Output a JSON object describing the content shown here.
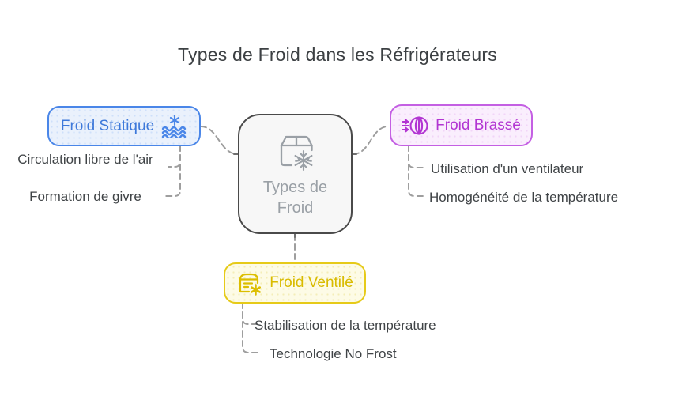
{
  "title": "Types de Froid dans les Réfrigérateurs",
  "center": {
    "label": "Types de Froid",
    "icon": "freezer-snowflake-icon"
  },
  "branches": [
    {
      "id": "froid-statique",
      "label": "Froid Statique",
      "icon": "snowflake-waves-icon",
      "accent_color": "#4a86e8",
      "background_color": "#eaf1fc",
      "items": [
        "Circulation libre de l'air",
        "Formation de givre"
      ]
    },
    {
      "id": "froid-brasse",
      "label": "Froid Brassé",
      "icon": "fan-turbine-icon",
      "accent_color": "#c45fe3",
      "background_color": "#faeefd",
      "items": [
        "Utilisation d'un ventilateur",
        "Homogénéité de la température"
      ]
    },
    {
      "id": "froid-ventile",
      "label": "Froid Ventilé",
      "icon": "vented-fridge-snowflake-icon",
      "accent_color": "#e6ca18",
      "background_color": "#fdfbe6",
      "items": [
        "Stabilisation de la température",
        "Technologie No Frost"
      ]
    }
  ],
  "palette": {
    "center_border": "#4a4a4a",
    "center_fill": "#f7f7f7",
    "center_text": "#9aa0a6",
    "title_text": "#3c4043",
    "subitem_text": "#3f4346",
    "connector": "#9e9e9e"
  }
}
